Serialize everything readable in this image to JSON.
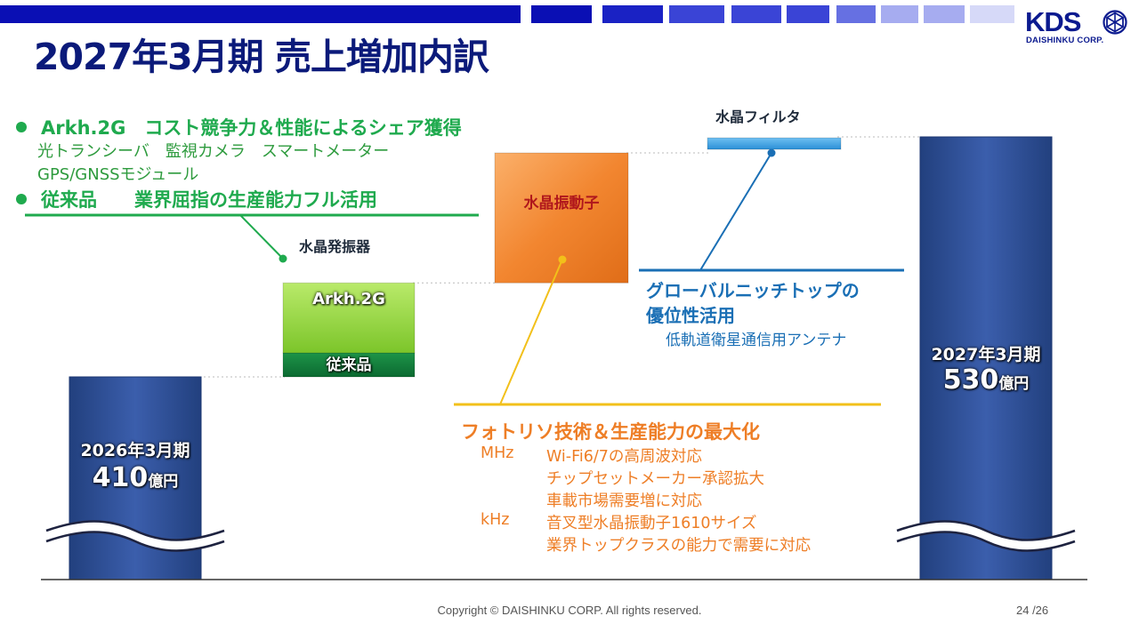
{
  "header": {
    "title": "2027年3月期 売上増加内訳",
    "logo_text": "KDS",
    "logo_corp": "DAISHINKU CORP.",
    "bar_colors": [
      "#0a0fb4",
      "#1a22c4",
      "#3a44d6",
      "#6670e2",
      "#a6acf0",
      "#d6d9f8"
    ]
  },
  "annotations": {
    "green": {
      "heading1": "Arkh.2G　コスト競争力＆性能によるシェア獲得",
      "line1": "光トランシーバ　監視カメラ　スマートメーター",
      "line2": "GPS/GNSSモジュール",
      "heading2": "従来品　　業界屈指の生産能力フル活用"
    },
    "orange": {
      "heading": "フォトリソ技術＆生産能力の最大化",
      "rows": [
        {
          "tag": "MHz",
          "text": "Wi-Fi6/7の高周波対応"
        },
        {
          "tag": "",
          "text": "チップセットメーカー承認拡大"
        },
        {
          "tag": "",
          "text": "車載市場需要増に対応"
        },
        {
          "tag": "kHz",
          "text": "音叉型水晶振動子1610サイズ"
        },
        {
          "tag": "",
          "text": "業界トップクラスの能力で需要に対応"
        }
      ]
    },
    "blue": {
      "heading1": "グローバルニッチトップの",
      "heading2": "優位性活用",
      "sub": "低軌道衛星通信用アンテナ"
    }
  },
  "chart_data": {
    "type": "bar",
    "subtype": "waterfall",
    "unit": "億円",
    "axis_break": true,
    "categories": [
      "2026年3月期",
      "水晶発振器",
      "水晶振動子",
      "水晶フィルタ",
      "2027年3月期"
    ],
    "start": {
      "period": "2026年3月期",
      "value": 410,
      "value_label": "410",
      "unit_label": "億円"
    },
    "end": {
      "period": "2027年3月期",
      "value": 530,
      "value_label": "530",
      "unit_label": "億円"
    },
    "increments": [
      {
        "category": "水晶発振器",
        "from": 410,
        "to": 457,
        "segments": [
          {
            "name": "従来品",
            "value": 12,
            "color": "#117a3a"
          },
          {
            "name": "Arkh.2G",
            "value": 35,
            "color": "#8ed335"
          }
        ]
      },
      {
        "category": "水晶振動子",
        "from": 457,
        "to": 522,
        "segments": [
          {
            "name": "水晶振動子",
            "value": 65,
            "color": "#f07f28"
          }
        ]
      },
      {
        "category": "水晶フィルタ",
        "from": 522,
        "to": 530,
        "segments": [
          {
            "name": "水晶フィルタ",
            "value": 8,
            "color": "#3a9be0"
          }
        ]
      }
    ],
    "colors": {
      "total_bar": "#2d4f9c",
      "axis": "#333333",
      "dotted": "#bbbbbb"
    }
  },
  "footer": {
    "copyright": "Copyright © DAISHINKU CORP. All rights reserved.",
    "page": "24 /26"
  }
}
